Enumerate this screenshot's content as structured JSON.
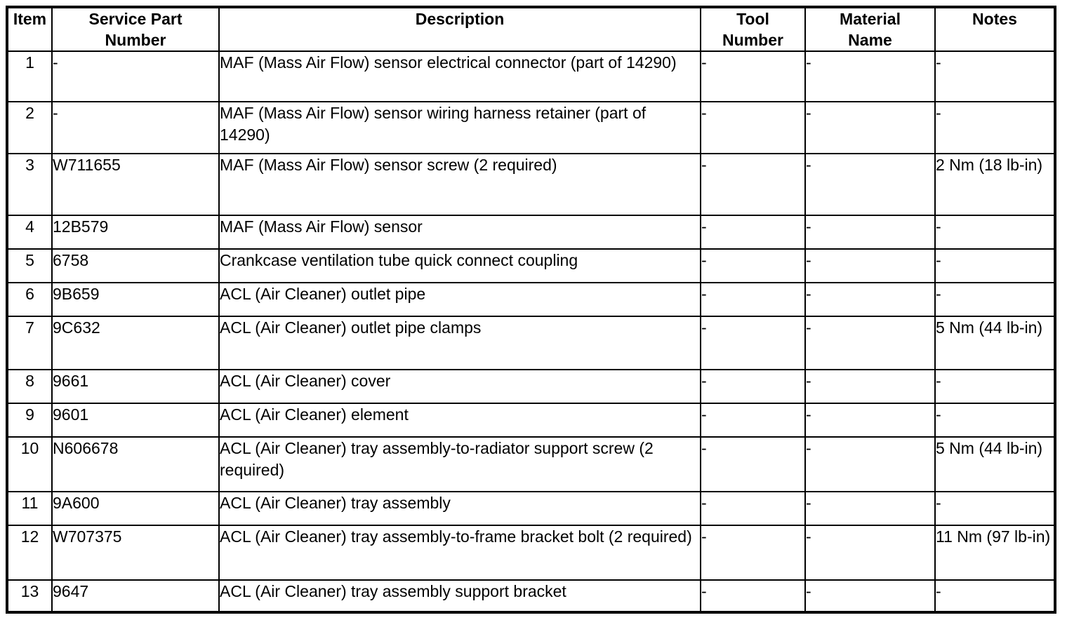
{
  "table": {
    "name": "service-parts-table",
    "columns": [
      {
        "key": "item",
        "label": "Item"
      },
      {
        "key": "spn",
        "label_line1": "Service Part",
        "label_line2": "Number"
      },
      {
        "key": "desc",
        "label": "Description"
      },
      {
        "key": "tool",
        "label_line1": "Tool",
        "label_line2": "Number"
      },
      {
        "key": "material",
        "label_line1": "Material",
        "label_name2": "Name",
        "label_line2": "Name"
      },
      {
        "key": "notes",
        "label": "Notes"
      }
    ],
    "headers": {
      "item": "Item",
      "service_part_number_line1": "Service Part",
      "service_part_number_line2": "Number",
      "description": "Description",
      "tool_number_line1": "Tool",
      "tool_number_line2": "Number",
      "material_name_line1": "Material",
      "material_name_line2": "Name",
      "notes": "Notes"
    },
    "rows": [
      {
        "item": "1",
        "service_part_number": "-",
        "description": "MAF (Mass Air Flow) sensor electrical connector (part of 14290)",
        "tool_number": "-",
        "material_name": "-",
        "notes": "-",
        "height": 72
      },
      {
        "item": "2",
        "service_part_number": "-",
        "description": "MAF (Mass Air Flow) sensor wiring harness retainer (part of 14290)",
        "tool_number": "-",
        "material_name": "-",
        "notes": "-",
        "height": 74
      },
      {
        "item": "3",
        "service_part_number": "W711655",
        "description": "MAF (Mass Air Flow) sensor screw (2 required)",
        "tool_number": "-",
        "material_name": "-",
        "notes": "2 Nm (18 lb-in)",
        "height": 88
      },
      {
        "item": "4",
        "service_part_number": "12B579",
        "description": "MAF (Mass Air Flow) sensor",
        "tool_number": "-",
        "material_name": "-",
        "notes": "-",
        "height": 48
      },
      {
        "item": "5",
        "service_part_number": "6758",
        "description": "Crankcase ventilation tube quick connect coupling",
        "tool_number": "-",
        "material_name": "-",
        "notes": "-",
        "height": 48
      },
      {
        "item": "6",
        "service_part_number": "9B659",
        "description": "ACL (Air Cleaner) outlet pipe",
        "tool_number": "-",
        "material_name": "-",
        "notes": "-",
        "height": 48
      },
      {
        "item": "7",
        "service_part_number": "9C632",
        "description": "ACL (Air Cleaner) outlet pipe clamps",
        "tool_number": "-",
        "material_name": "-",
        "notes": "5 Nm (44 lb-in)",
        "height": 76
      },
      {
        "item": "8",
        "service_part_number": "9661",
        "description": "ACL (Air Cleaner) cover",
        "tool_number": "-",
        "material_name": "-",
        "notes": "-",
        "height": 48
      },
      {
        "item": "9",
        "service_part_number": "9601",
        "description": "ACL (Air Cleaner) element",
        "tool_number": "-",
        "material_name": "-",
        "notes": "-",
        "height": 48
      },
      {
        "item": "10",
        "service_part_number": "N606678",
        "description": "ACL (Air Cleaner) tray assembly-to-radiator support screw (2 required)",
        "tool_number": "-",
        "material_name": "-",
        "notes": "5 Nm (44 lb-in)",
        "height": 78
      },
      {
        "item": "11",
        "service_part_number": "9A600",
        "description": "ACL (Air Cleaner) tray assembly",
        "tool_number": "-",
        "material_name": "-",
        "notes": "-",
        "height": 48
      },
      {
        "item": "12",
        "service_part_number": "W707375",
        "description": "ACL (Air Cleaner) tray assembly-to-frame bracket bolt (2 required)",
        "tool_number": "-",
        "material_name": "-",
        "notes": "11 Nm (97 lb-in)",
        "height": 78
      },
      {
        "item": "13",
        "service_part_number": "9647",
        "description": "ACL (Air Cleaner) tray assembly support bracket",
        "tool_number": "-",
        "material_name": "-",
        "notes": "-",
        "height": 46
      }
    ]
  },
  "colors": {
    "border": "#000000",
    "text": "#000000",
    "background": "#ffffff"
  }
}
